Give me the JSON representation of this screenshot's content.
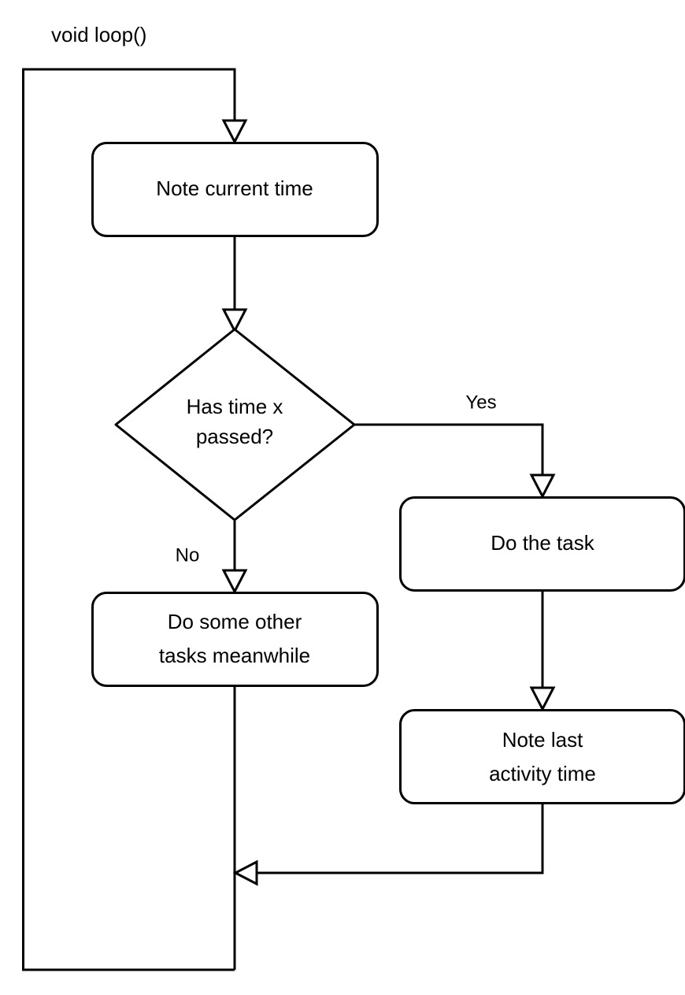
{
  "diagram": {
    "title": "void loop()",
    "type": "flowchart",
    "stroke_color": "#000000",
    "fill_color": "#ffffff",
    "background_color": "#ffffff",
    "nodes": [
      {
        "id": "note-current-time",
        "shape": "rounded-rectangle",
        "label": "Note current time",
        "lines": [
          "Note current time"
        ]
      },
      {
        "id": "has-time-x-passed",
        "shape": "diamond",
        "label": "Has time x passed?",
        "lines": [
          "Has time x",
          "passed?"
        ]
      },
      {
        "id": "do-the-task",
        "shape": "rounded-rectangle",
        "label": "Do the task",
        "lines": [
          "Do the task"
        ]
      },
      {
        "id": "note-last-activity-time",
        "shape": "rounded-rectangle",
        "label": "Note last activity time",
        "lines": [
          "Note last",
          "activity time"
        ]
      },
      {
        "id": "do-some-other-tasks-meanwhile",
        "shape": "rounded-rectangle",
        "label": "Do some other tasks meanwhile",
        "lines": [
          "Do some other",
          "tasks meanwhile"
        ]
      }
    ],
    "edge_labels": {
      "yes": "Yes",
      "no": "No"
    },
    "edges": [
      {
        "from": "loop-start",
        "to": "note-current-time",
        "label": ""
      },
      {
        "from": "note-current-time",
        "to": "has-time-x-passed",
        "label": ""
      },
      {
        "from": "has-time-x-passed",
        "to": "do-the-task",
        "label": "Yes"
      },
      {
        "from": "has-time-x-passed",
        "to": "do-some-other-tasks-meanwhile",
        "label": "No"
      },
      {
        "from": "do-the-task",
        "to": "note-last-activity-time",
        "label": ""
      },
      {
        "from": "note-last-activity-time",
        "to": "loop-merge",
        "label": ""
      },
      {
        "from": "do-some-other-tasks-meanwhile",
        "to": "loop-merge",
        "label": ""
      },
      {
        "from": "loop-merge",
        "to": "loop-start",
        "label": ""
      }
    ]
  }
}
